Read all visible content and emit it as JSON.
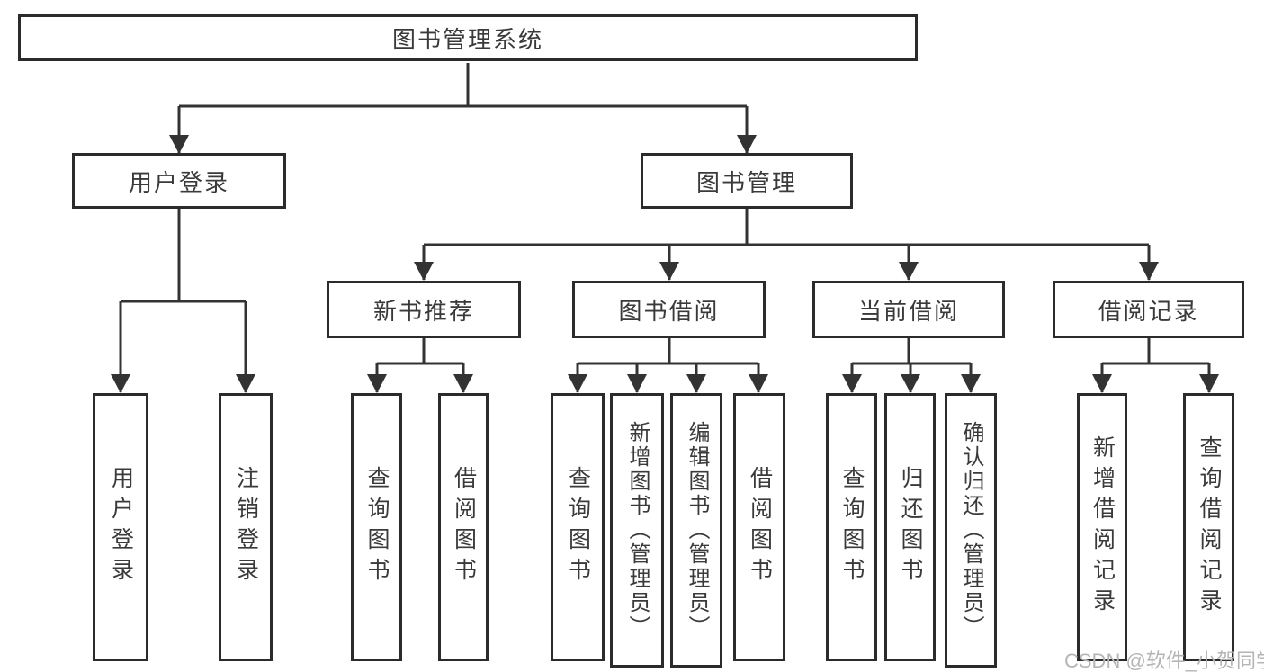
{
  "diagram": {
    "watermark": "CSDN @软件_小贺同学",
    "colors": {
      "line": "#333333",
      "box_border": "#2b2b2b",
      "text": "#3a3a3a",
      "watermark": "#b5b5b5"
    },
    "nodes": {
      "root": "图书管理系统",
      "user_login": "用户登录",
      "book_management": "图书管理",
      "new_book_recommend": "新书推荐",
      "book_borrowing": "图书借阅",
      "current_borrowing": "当前借阅",
      "borrowing_records": "借阅记录",
      "leaf_user_login": "用户登录",
      "leaf_logout": "注销登录",
      "leaf_rec_query_books": "查询图书",
      "leaf_rec_borrow_books": "借阅图书",
      "leaf_bor_query_books": "查询图书",
      "leaf_bor_add_books": "新增图书（管理员）",
      "leaf_bor_edit_books": "编辑图书（管理员）",
      "leaf_bor_borrow_books": "借阅图书",
      "leaf_cur_query_books": "查询图书",
      "leaf_cur_return_books": "归还图书",
      "leaf_cur_confirm_return": "确认归还（管理员）",
      "leaf_rec_add_record": "新增借阅记录",
      "leaf_rec_query_record": "查询借阅记录"
    }
  }
}
